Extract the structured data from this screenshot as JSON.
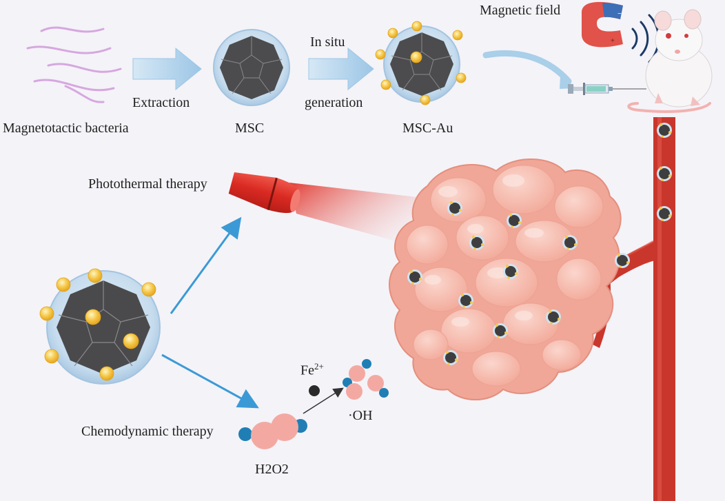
{
  "labels": {
    "bacteria": "Magnetotactic bacteria",
    "extraction": "Extraction",
    "msc": "MSC",
    "in_situ": "In situ",
    "generation": "generation",
    "msc_au": "MSC-Au",
    "magnetic_field": "Magnetic field",
    "photothermal": "Photothermal therapy",
    "chemodynamic": "Chemodynamic therapy",
    "fe_base": "Fe",
    "fe_charge": "2+",
    "oh": "·OH",
    "h2o2": "H2O2"
  },
  "colors": {
    "background": "#f4f3f8",
    "bacteria": "#d9a8e0",
    "arrow_fill": "#b9d8ee",
    "arrow_blue": "#3b9ad6",
    "core": "#4a4a4c",
    "shell": "#cfe3f1",
    "gold": "#f5c84a",
    "tumor": "#f2b1a3",
    "vessel": "#c9362c",
    "laser": "#e0332b",
    "h2o2_pink": "#f3a9a2",
    "h2o2_blue": "#1f7fb5"
  },
  "icons": [
    "magnet-icon",
    "mouse-icon",
    "syringe-icon",
    "laser-icon",
    "blood-vessel-icon",
    "tumor-icon"
  ]
}
